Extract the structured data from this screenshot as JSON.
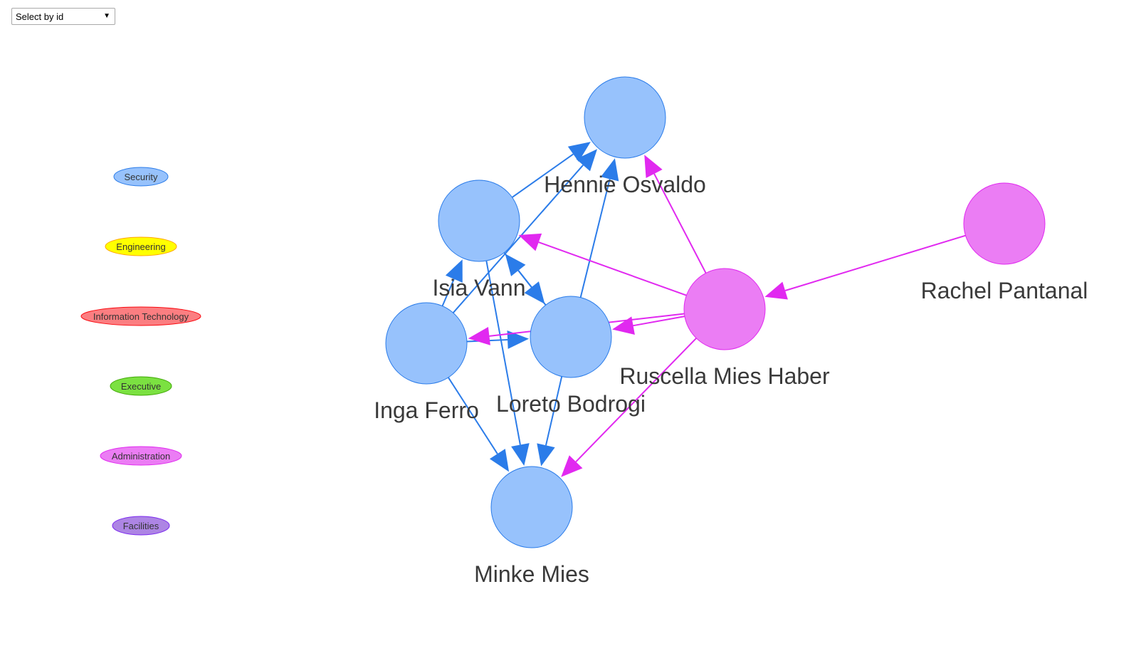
{
  "selector": {
    "label": "Select by id",
    "arrow": "▼"
  },
  "legend": [
    {
      "label": "Security",
      "color": "#97c2fc",
      "border": "#2b7ce9"
    },
    {
      "label": "Engineering",
      "color": "#ffff00",
      "border": "#ffa500"
    },
    {
      "label": "Information Technology",
      "color": "#fb7e81",
      "border": "#fa0a10"
    },
    {
      "label": "Executive",
      "color": "#7be141",
      "border": "#41a906"
    },
    {
      "label": "Administration",
      "color": "#eb7df4",
      "border": "#e129f0"
    },
    {
      "label": "Facilities",
      "color": "#ad85e4",
      "border": "#7c29f0"
    }
  ],
  "nodes": [
    {
      "id": "hennie",
      "label": "Hennie Osvaldo",
      "group": "Security"
    },
    {
      "id": "isia",
      "label": "Isia Vann",
      "group": "Security"
    },
    {
      "id": "inga",
      "label": "Inga Ferro",
      "group": "Security"
    },
    {
      "id": "loreto",
      "label": "Loreto Bodrogi",
      "group": "Security"
    },
    {
      "id": "minke",
      "label": "Minke Mies",
      "group": "Security"
    },
    {
      "id": "ruscella",
      "label": "Ruscella Mies Haber",
      "group": "Administration"
    },
    {
      "id": "rachel",
      "label": "Rachel Pantanal",
      "group": "Administration"
    }
  ],
  "edges": [
    {
      "from": "isia",
      "to": "hennie"
    },
    {
      "from": "inga",
      "to": "hennie"
    },
    {
      "from": "loreto",
      "to": "hennie"
    },
    {
      "from": "isia",
      "to": "minke"
    },
    {
      "from": "inga",
      "to": "minke"
    },
    {
      "from": "loreto",
      "to": "minke"
    },
    {
      "from": "inga",
      "to": "isia"
    },
    {
      "from": "loreto",
      "to": "isia"
    },
    {
      "from": "isia",
      "to": "loreto"
    },
    {
      "from": "inga",
      "to": "loreto"
    },
    {
      "from": "ruscella",
      "to": "hennie"
    },
    {
      "from": "ruscella",
      "to": "isia"
    },
    {
      "from": "ruscella",
      "to": "loreto"
    },
    {
      "from": "ruscella",
      "to": "inga"
    },
    {
      "from": "ruscella",
      "to": "minke"
    },
    {
      "from": "rachel",
      "to": "ruscella"
    }
  ]
}
